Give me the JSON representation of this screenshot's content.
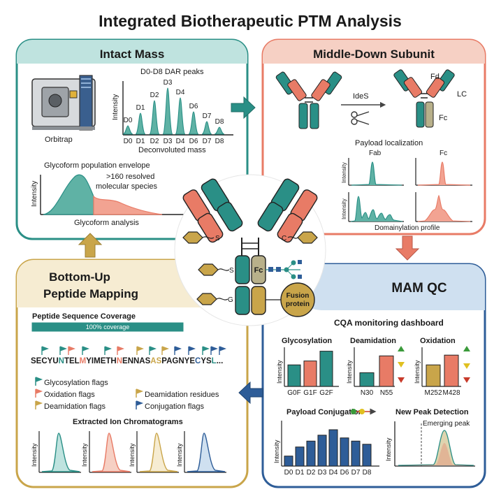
{
  "title": "Integrated Biotherapeutic PTM Analysis",
  "colors": {
    "teal": "#2a8f86",
    "teal_light": "#bfe3df",
    "salmon": "#e87b66",
    "salmon_light": "#f6d0c4",
    "gold": "#c9a54a",
    "gold_light": "#f6ecd2",
    "blue": "#2e5d98",
    "blue_light": "#cfe0f0",
    "olive": "#b8b08a"
  },
  "intact": {
    "header": "Intact Mass",
    "instrument": "Orbitrap",
    "dar_title": "D0-D8 DAR peaks",
    "ylabel": "Intensity",
    "xlabel": "Deconvoluted mass",
    "peak_labels": [
      "D0",
      "D1",
      "D2",
      "D3",
      "D4",
      "D6",
      "D7",
      "D8"
    ],
    "axis_labels": [
      "D0",
      "D1",
      "D2",
      "D3",
      "D4",
      "D6",
      "D7",
      "D8"
    ],
    "glyco_title": "Glycoform population envelope",
    "glyco_note_1": ">160 resolved",
    "glyco_note_2": "molecular species",
    "glyco_ylabel": "Intensity",
    "glyco_xlabel": "Glycoform analysis"
  },
  "middle": {
    "header": "Middle-Down Subunit",
    "enzyme": "IdeS",
    "fd": "Fd",
    "lc": "LC",
    "fc": "Fc",
    "payload_title": "Payload localization",
    "fab": "Fab",
    "fc_col": "Fc",
    "ylabel": "Intensity",
    "profile_label": "Domainylation profile"
  },
  "center": {
    "fc_label": "Fc",
    "fusion_1": "Fusion",
    "fusion_2": "protein",
    "s_label": "S",
    "c_label": "C",
    "g_label": "G"
  },
  "bottom": {
    "header_1": "Bottom-Up",
    "header_2": "Peptide Mapping",
    "coverage_title": "Peptide Sequence Coverage",
    "coverage_bar": "100% coverage",
    "coverage_pct": 100,
    "sequence": [
      "SECYU",
      "N",
      "TEL",
      "M",
      "YIMETH",
      "N",
      "ENNAS",
      "AS",
      "PAGNYE",
      "C",
      "YS",
      "L",
      "..."
    ],
    "legend_glyco": "Glycosylation flags",
    "legend_ox": "Oxidation flags",
    "legend_deam": "Deamidation flags",
    "legend_deam_res": "Deamidation residues",
    "legend_conj": "Conjugation flags",
    "xic_title": "Extracted Ion Chromatograms",
    "ylabel": "Intensity"
  },
  "mam": {
    "header": "MAM QC",
    "dashboard_title": "CQA monitoring dashboard",
    "ylabel": "Intensity",
    "glyco": {
      "title": "Glycosylation",
      "categories": [
        "G0F",
        "G1F",
        "G2F"
      ],
      "values": [
        0.55,
        0.65,
        0.9
      ]
    },
    "deam": {
      "title": "Deamidation",
      "categories": [
        "N30",
        "N55"
      ],
      "values": [
        0.35,
        0.78
      ]
    },
    "ox": {
      "title": "Oxidation",
      "categories": [
        "M252",
        "M428"
      ],
      "values": [
        0.55,
        0.8
      ]
    },
    "payload": {
      "title": "Payload Conjugation",
      "categories": [
        "D0",
        "D1",
        "D2",
        "D3",
        "D4",
        "D6",
        "D7",
        "D8"
      ],
      "values": [
        0.22,
        0.42,
        0.55,
        0.68,
        0.8,
        0.62,
        0.55,
        0.48
      ]
    },
    "newpeak": {
      "title": "New Peak Detection",
      "annotation": "Emerging peak"
    }
  }
}
